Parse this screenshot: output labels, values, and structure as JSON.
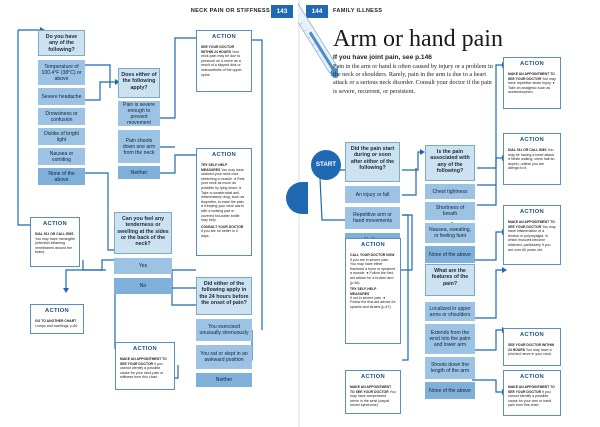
{
  "header": {
    "left_section": "NECK PAIN OR STIFFNESS",
    "left_page": "143",
    "right_page": "144",
    "right_section": "FAMILY ILLNESS"
  },
  "title": "Arm or hand pain",
  "intro": {
    "lead": "If you have joint pain, see p.146",
    "body": "Pain in the arm or hand is often caused by injury or a problem in the neck or shoulders. Rarely, pain in the arm is due to a heart attack or a serious neck disorder. Consult your doctor if the pain is severe, recurrent, or persistent."
  },
  "start_label": "START",
  "left": {
    "q1": {
      "question": "Do you have any of the following?",
      "options": [
        "Temperature of 100.4°F (38°C) or above",
        "Severe headache",
        "Drowsiness or confusion",
        "Dislike of bright light",
        "Nausea or vomiting",
        "None of the above"
      ]
    },
    "q2": {
      "question": "Does either of the following apply?",
      "options": [
        "Pain is severe enough to prevent movement",
        "Pain shoots down one arm from the neck",
        "Neither"
      ]
    },
    "q3": {
      "question": "Can you feel any tenderness or swelling at the sides or the back of the neck?",
      "options": [
        "Yes",
        "No"
      ]
    },
    "q4": {
      "question": "Did either of the following apply in the 24 hours before the onset of pain?",
      "options": [
        "You exercised unusually strenuously",
        "You sat or slept in an awkward position",
        "Neither"
      ]
    },
    "actions": [
      {
        "title": "ACTION",
        "head": "DIAL 911 OR CALL EMS",
        "body": "You may have meningitis (infection inflaming membranes around the brain)."
      },
      {
        "title": "ACTION",
        "head": "GO TO ANOTHER CHART",
        "body": "Lumps and swellings, p.80"
      },
      {
        "title": "ACTION",
        "head": "SEE YOUR DOCTOR WITHIN 24 HOURS",
        "body": "Your neck pain may be due to pressure on a nerve as a result of a slipped disk or osteoarthritis of the upper spine."
      },
      {
        "title": "ACTION",
        "head": "TRY SELF-HELP MEASURES",
        "body": "You may have strained your neck over-stretching a muscle. ● Rest your neck as much as possible by lying down. ● Take a nonsteroidal anti-inflammatory drug, such as ibuprofen, to ease the pain. ● Keeping your neck warm with a heating pad or covered hot-water bottle may help.",
        "sub": "CONSULT YOUR DOCTOR",
        "sub_body": "if you are no better in 3 days."
      },
      {
        "title": "ACTION",
        "head": "MAKE AN APPOINTMENT TO SEE YOUR DOCTOR",
        "body": "if you cannot identify a possible cause for your neck pain or stiffness from this chart."
      }
    ]
  },
  "right": {
    "q1": {
      "question": "Did the pain start during or soon after either of the following?",
      "options": [
        "An injury or fall",
        "Repetitive arm or hand movements",
        "Neither"
      ]
    },
    "q2": {
      "question": "Is the pain associated with any of the following?",
      "options": [
        "Chest tightness",
        "Shortness of breath",
        "Nausea, sweating, or feeling faint",
        "None of the above"
      ]
    },
    "q3": {
      "question": "What are the features of the pain?",
      "options": [
        "Localized in upper arms or shoulders",
        "Extends from the wrist into the palm and lower arm",
        "Shoots down the length of the arm",
        "None of the above"
      ]
    },
    "actions": [
      {
        "title": "ACTION",
        "head": "MAKE AN APPOINTMENT TO SEE YOUR DOCTOR",
        "body": "You may have repetitive strain injury. ● Take an analgesic such as acetaminophen."
      },
      {
        "title": "ACTION",
        "head": "DIAL 911 OR CALL EMS",
        "body": "You may be having a heart attack. ● While waiting, chew half an aspirin, unless you are allergic to it."
      },
      {
        "title": "ACTION",
        "head": "CALL YOUR DOCTOR NOW",
        "body": "if you are in severe pain. You may have either fractured a bone or sprained a muscle. ● Follow the first-aid advice for a broken arm (p.46).",
        "sub": "TRY SELF-HELP MEASURES",
        "sub_body": "if not in severe pain. ● Follow the first-aid advice for sprains and strains (p.47)."
      },
      {
        "title": "ACTION",
        "head": "MAKE AN APPOINTMENT TO SEE YOUR DOCTOR",
        "body": "You may have inflammation of a tendon or polymyalgia, in which muscles become inflamed, particularly if you are over 60 years old."
      },
      {
        "title": "ACTION",
        "head": "SEE YOUR DOCTOR WITHIN 24 HOURS",
        "body": "You may have a pinched nerve in your neck."
      },
      {
        "title": "ACTION",
        "head": "MAKE AN APPOINTMENT TO SEE YOUR DOCTOR",
        "body": "You may have compressed nerve in the wrist (carpal tunnel syndrome)."
      },
      {
        "title": "ACTION",
        "head": "MAKE AN APPOINTMENT TO SEE YOUR DOCTOR",
        "body": "if you cannot identify a possible cause for your arm or hand pain from this chart."
      }
    ]
  },
  "colors": {
    "accent": "#1f69b3",
    "question_fill": "#cde2f1",
    "option_fill": "#9cc3e3",
    "border": "#5a8fc2"
  }
}
